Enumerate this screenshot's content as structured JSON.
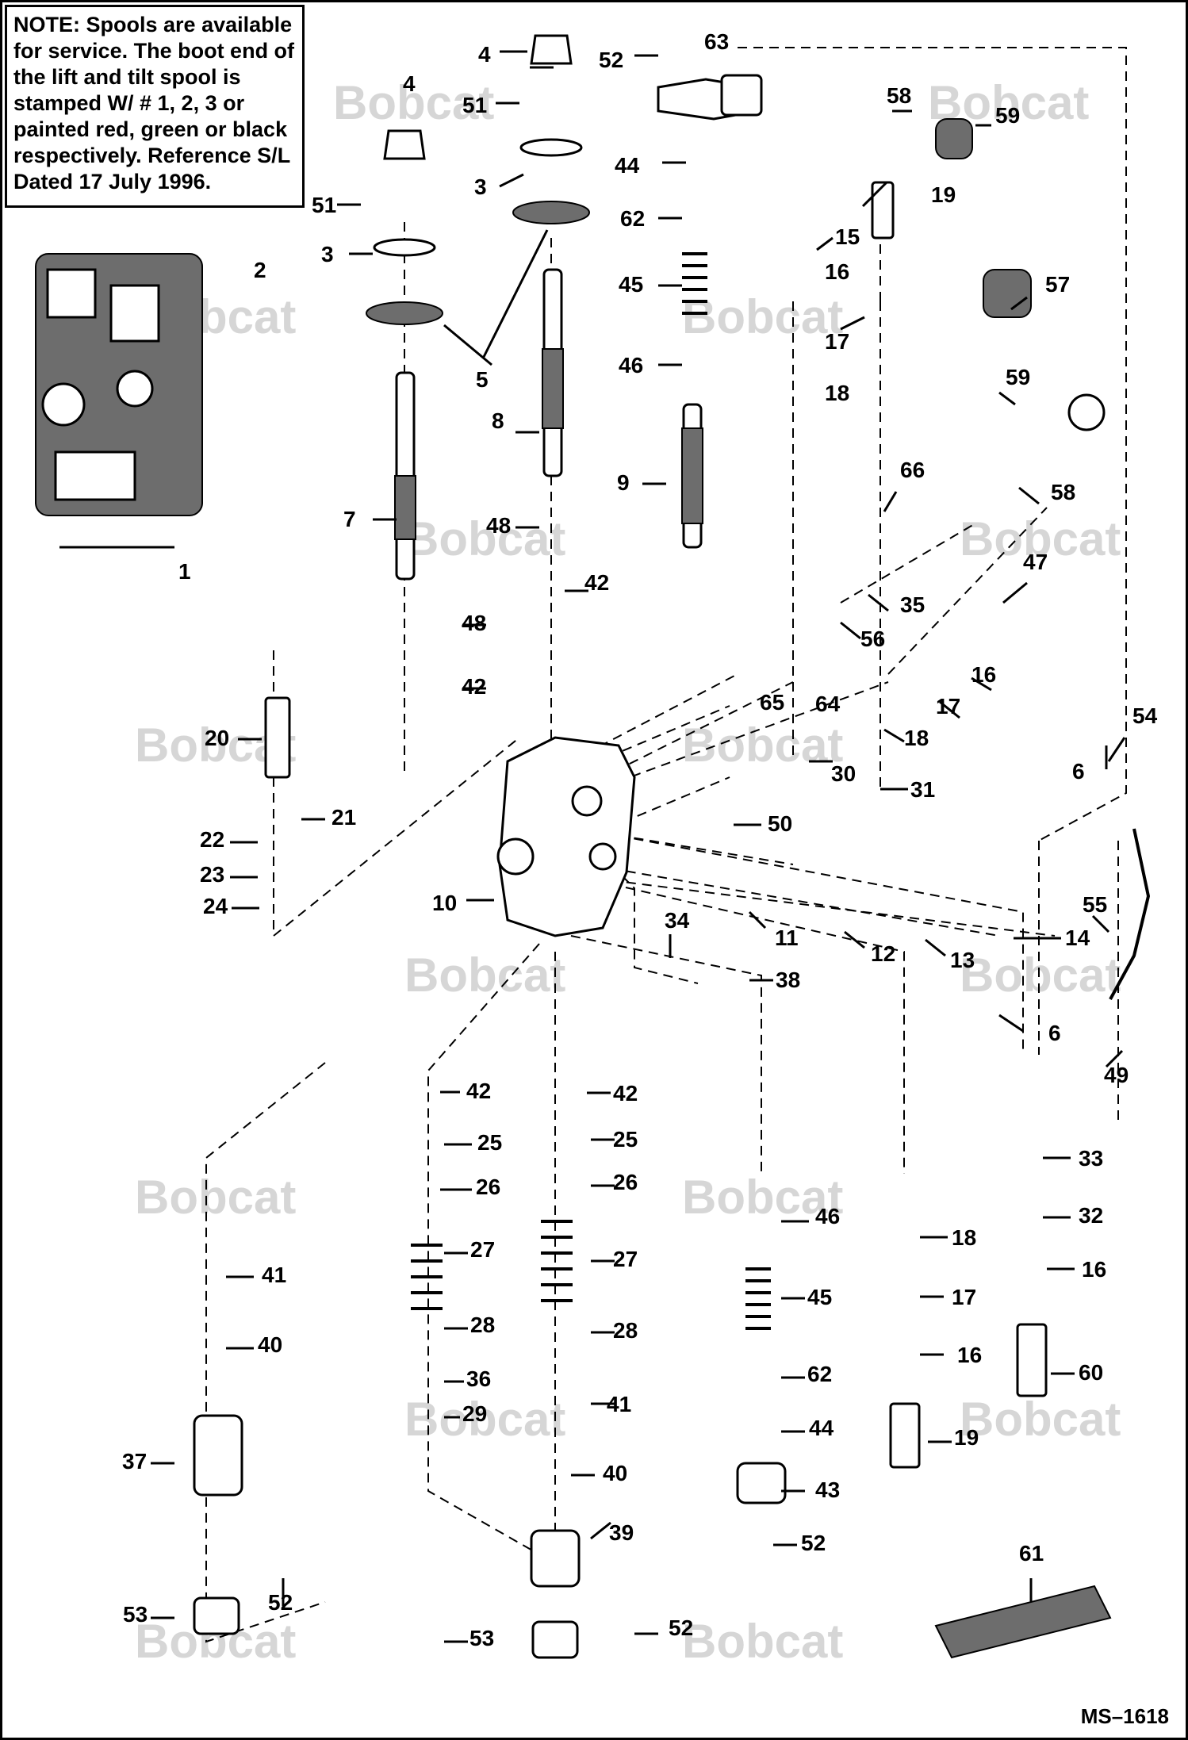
{
  "note": {
    "label": "NOTE:",
    "text": "Spools are available for service. The boot end of the lift and tilt spool is stamped W/ # 1, 2, 3 or painted red, green or black respectively. Reference S/L Dated 17 July 1996."
  },
  "watermark": "Bobcat",
  "drawing_code": "MS–1618",
  "callouts": [
    {
      "id": "c1",
      "text": "1"
    },
    {
      "id": "c2",
      "text": "2"
    },
    {
      "id": "c3a",
      "text": "3"
    },
    {
      "id": "c3b",
      "text": "3"
    },
    {
      "id": "c4a",
      "text": "4"
    },
    {
      "id": "c4b",
      "text": "4"
    },
    {
      "id": "c5",
      "text": "5"
    },
    {
      "id": "c6a",
      "text": "6"
    },
    {
      "id": "c6b",
      "text": "6"
    },
    {
      "id": "c7",
      "text": "7"
    },
    {
      "id": "c8",
      "text": "8"
    },
    {
      "id": "c9",
      "text": "9"
    },
    {
      "id": "c10",
      "text": "10"
    },
    {
      "id": "c11",
      "text": "11"
    },
    {
      "id": "c12",
      "text": "12"
    },
    {
      "id": "c13",
      "text": "13"
    },
    {
      "id": "c14",
      "text": "14"
    },
    {
      "id": "c15",
      "text": "15"
    },
    {
      "id": "c16a",
      "text": "16"
    },
    {
      "id": "c16b",
      "text": "16"
    },
    {
      "id": "c16c",
      "text": "16"
    },
    {
      "id": "c16d",
      "text": "16"
    },
    {
      "id": "c17a",
      "text": "17"
    },
    {
      "id": "c17b",
      "text": "17"
    },
    {
      "id": "c17c",
      "text": "17"
    },
    {
      "id": "c18a",
      "text": "18"
    },
    {
      "id": "c18b",
      "text": "18"
    },
    {
      "id": "c18c",
      "text": "18"
    },
    {
      "id": "c19a",
      "text": "19"
    },
    {
      "id": "c19b",
      "text": "19"
    },
    {
      "id": "c20",
      "text": "20"
    },
    {
      "id": "c21",
      "text": "21"
    },
    {
      "id": "c22",
      "text": "22"
    },
    {
      "id": "c23",
      "text": "23"
    },
    {
      "id": "c24",
      "text": "24"
    },
    {
      "id": "c25a",
      "text": "25"
    },
    {
      "id": "c25b",
      "text": "25"
    },
    {
      "id": "c26a",
      "text": "26"
    },
    {
      "id": "c26b",
      "text": "26"
    },
    {
      "id": "c27a",
      "text": "27"
    },
    {
      "id": "c27b",
      "text": "27"
    },
    {
      "id": "c28a",
      "text": "28"
    },
    {
      "id": "c28b",
      "text": "28"
    },
    {
      "id": "c29",
      "text": "29"
    },
    {
      "id": "c30",
      "text": "30"
    },
    {
      "id": "c31",
      "text": "31"
    },
    {
      "id": "c32",
      "text": "32"
    },
    {
      "id": "c33",
      "text": "33"
    },
    {
      "id": "c34",
      "text": "34"
    },
    {
      "id": "c35",
      "text": "35"
    },
    {
      "id": "c36",
      "text": "36"
    },
    {
      "id": "c37",
      "text": "37"
    },
    {
      "id": "c38",
      "text": "38"
    },
    {
      "id": "c39",
      "text": "39"
    },
    {
      "id": "c40a",
      "text": "40"
    },
    {
      "id": "c40b",
      "text": "40"
    },
    {
      "id": "c41a",
      "text": "41"
    },
    {
      "id": "c41b",
      "text": "41"
    },
    {
      "id": "c42a",
      "text": "42"
    },
    {
      "id": "c42b",
      "text": "42"
    },
    {
      "id": "c42c",
      "text": "42"
    },
    {
      "id": "c42d",
      "text": "42"
    },
    {
      "id": "c43",
      "text": "43"
    },
    {
      "id": "c44a",
      "text": "44"
    },
    {
      "id": "c44b",
      "text": "44"
    },
    {
      "id": "c45a",
      "text": "45"
    },
    {
      "id": "c45b",
      "text": "45"
    },
    {
      "id": "c46a",
      "text": "46"
    },
    {
      "id": "c46b",
      "text": "46"
    },
    {
      "id": "c47",
      "text": "47"
    },
    {
      "id": "c48a",
      "text": "48"
    },
    {
      "id": "c48b",
      "text": "48"
    },
    {
      "id": "c49",
      "text": "49"
    },
    {
      "id": "c50",
      "text": "50"
    },
    {
      "id": "c51a",
      "text": "51"
    },
    {
      "id": "c51b",
      "text": "51"
    },
    {
      "id": "c52a",
      "text": "52"
    },
    {
      "id": "c52b",
      "text": "52"
    },
    {
      "id": "c52c",
      "text": "52"
    },
    {
      "id": "c52d",
      "text": "52"
    },
    {
      "id": "c53a",
      "text": "53"
    },
    {
      "id": "c53b",
      "text": "53"
    },
    {
      "id": "c54",
      "text": "54"
    },
    {
      "id": "c55",
      "text": "55"
    },
    {
      "id": "c56",
      "text": "56"
    },
    {
      "id": "c57",
      "text": "57"
    },
    {
      "id": "c58a",
      "text": "58"
    },
    {
      "id": "c58b",
      "text": "58"
    },
    {
      "id": "c59a",
      "text": "59"
    },
    {
      "id": "c59b",
      "text": "59"
    },
    {
      "id": "c60",
      "text": "60"
    },
    {
      "id": "c61",
      "text": "61"
    },
    {
      "id": "c62a",
      "text": "62"
    },
    {
      "id": "c62b",
      "text": "62"
    },
    {
      "id": "c63",
      "text": "63"
    },
    {
      "id": "c64",
      "text": "64"
    },
    {
      "id": "c65",
      "text": "65"
    },
    {
      "id": "c66",
      "text": "66"
    }
  ]
}
